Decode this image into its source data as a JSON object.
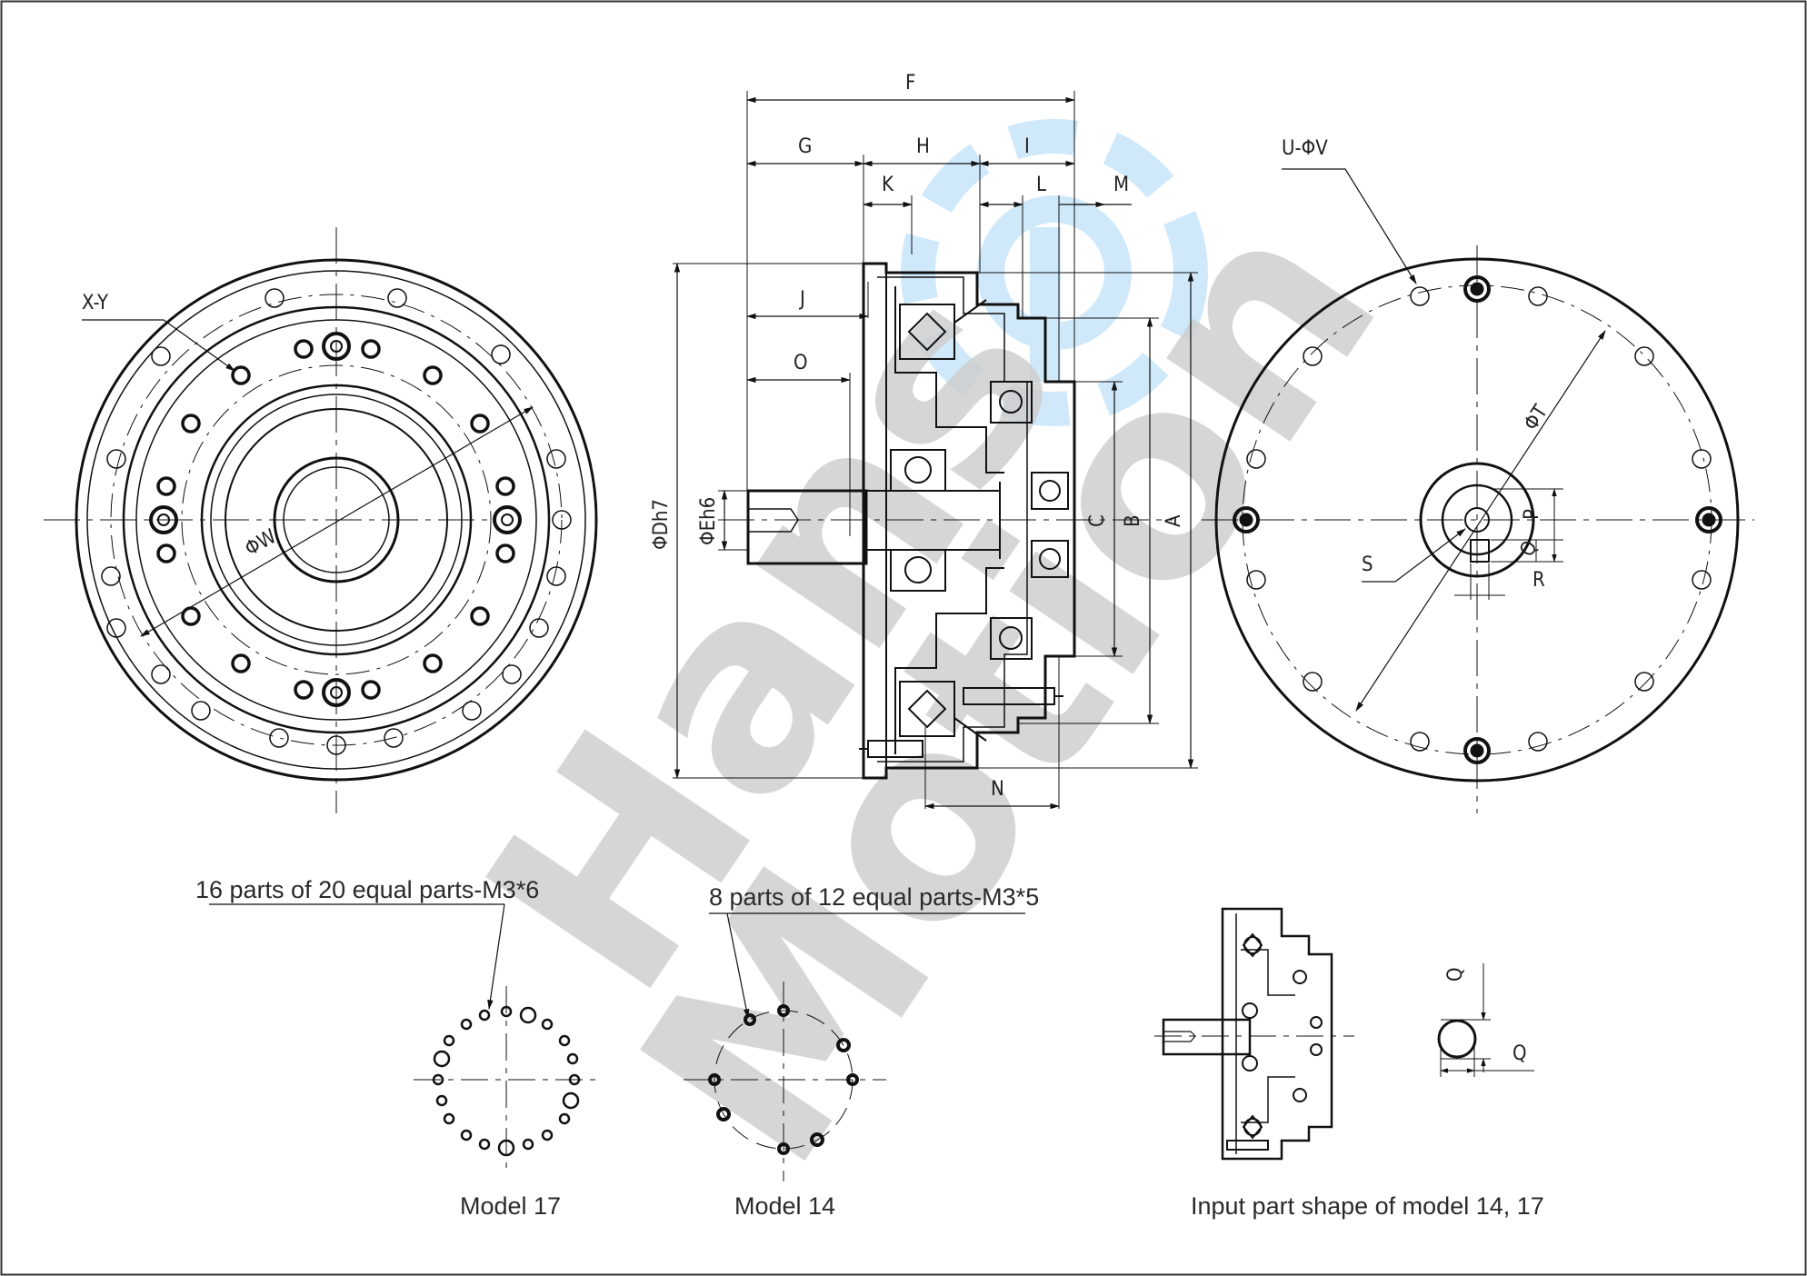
{
  "watermark": {
    "line1": "Hans",
    "line2": "Motion",
    "logo": "gear-logo"
  },
  "front_view": {
    "label_holes": "X-Y",
    "label_diameter": "ΦW"
  },
  "side_view": {
    "labels": {
      "F": "F",
      "G": "G",
      "H": "H",
      "I": "I",
      "K": "K",
      "L": "L",
      "M": "M",
      "J": "J",
      "O": "O",
      "N": "N",
      "A": "A",
      "B": "B",
      "C": "C",
      "Dh7": "ΦDh7",
      "Eh6": "ΦEh6"
    }
  },
  "rear_view": {
    "label_holes": "U-ΦV",
    "label_T": "ΦT",
    "label_S": "S",
    "label_P": "P",
    "label_Q": "Q",
    "label_R": "R"
  },
  "details": {
    "model17_note": "16 parts of 20 equal parts-M3*6",
    "model14_note": "8 parts of 12 equal parts-M3*5",
    "model17_caption": "Model 17",
    "model14_caption": "Model 14",
    "input_caption": "Input part shape of model 14, 17",
    "input_Q1": "Q",
    "input_Q2": "Q"
  }
}
